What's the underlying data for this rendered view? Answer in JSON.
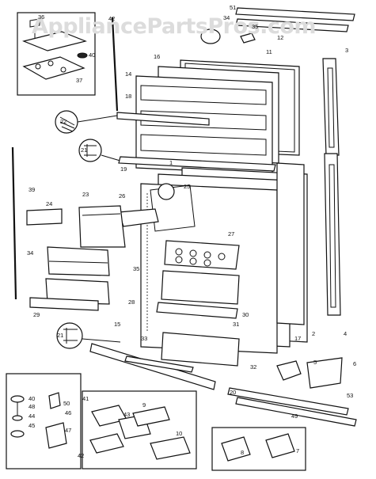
{
  "watermark": "AppliancePartsPros.com",
  "part_numbers": [
    "36",
    "42",
    "51",
    "34",
    "35",
    "12",
    "40",
    "11",
    "37",
    "16",
    "3",
    "14",
    "18",
    "22",
    "21",
    "19",
    "1",
    "39",
    "23",
    "26",
    "25",
    "24",
    "27",
    "34",
    "35",
    "28",
    "15",
    "30",
    "31",
    "29",
    "17",
    "2",
    "4",
    "21",
    "33",
    "32",
    "20",
    "6",
    "5",
    "53",
    "49",
    "40",
    "48",
    "50",
    "44",
    "46",
    "45",
    "47",
    "41",
    "9",
    "43",
    "10",
    "42",
    "8",
    "7"
  ]
}
